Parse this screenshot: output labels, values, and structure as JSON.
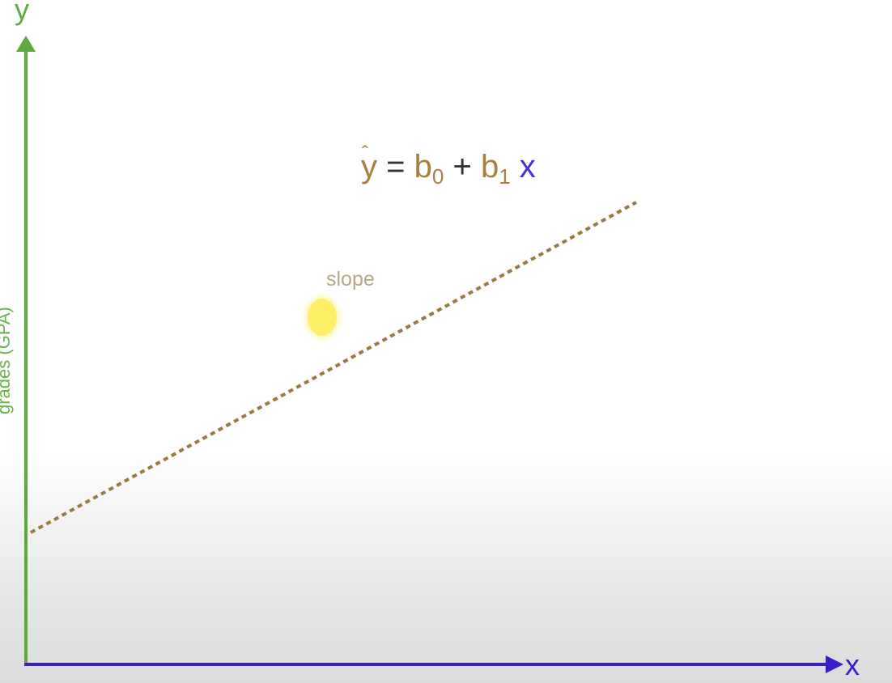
{
  "axes": {
    "y_letter": "y",
    "x_letter": "x",
    "y_title": "grades (GPA)",
    "y_color": "#5faa40",
    "x_color": "#3a1fc4"
  },
  "equation": {
    "yhat": "y",
    "equals": "=",
    "b0": "b",
    "b0_sub": "0",
    "plus": "+",
    "b1": "b",
    "b1_sub": "1",
    "x": "x",
    "color": "#a8803e"
  },
  "annotation": {
    "slope_label": "slope"
  },
  "regression_line": {
    "style": "dotted",
    "color": "#9a7a42"
  }
}
